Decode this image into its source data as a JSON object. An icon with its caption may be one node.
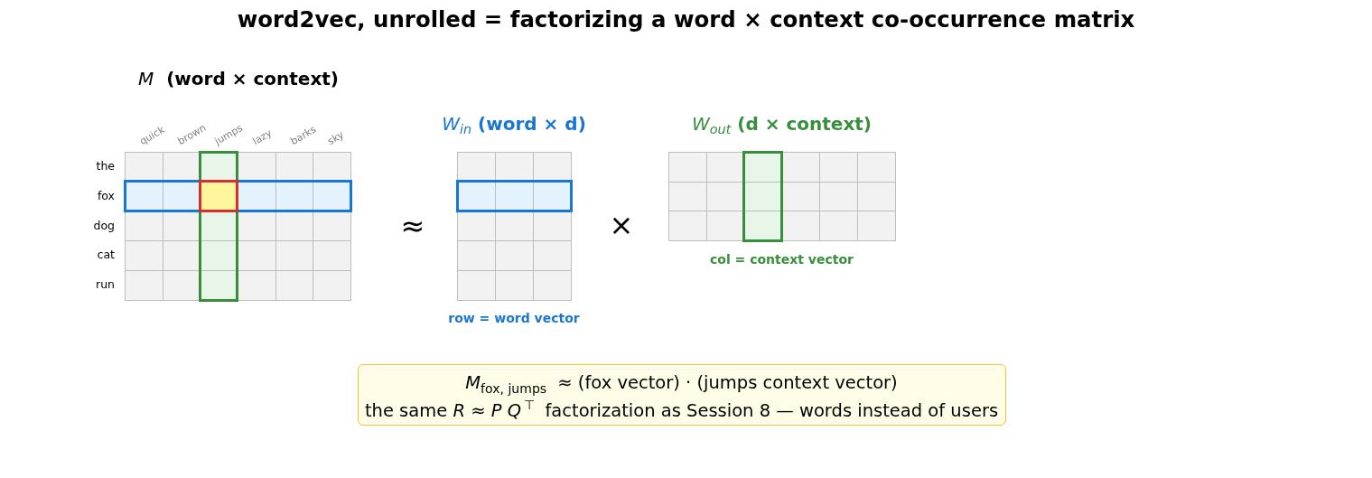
{
  "diagram": {
    "title": "word2vec, unrolled = factorizing a word × context co-occurrence matrix",
    "nodes": [
      {
        "text": [
          "*M* (word × context)"
        ]
      },
      {
        "text": [
          "*W*$_{in}$ (word × d)"
        ],
        "beside": [
          "row = word vector"
        ]
      },
      {
        "text": [
          "*W*$_{out}$ (d × context)"
        ],
        "beside": [
          "col = context vector"
        ]
      },
      {
        "text": [
          "*M*$_{fox, jumps}$ ≈ (fox vector) · (jumps context vector)",
          "the same *R* ≈ *P Q*$^{⊤}$ factorization as Session 8 — words instead of users"
        ]
      }
    ],
    "labels": [
      "quick",
      "brown",
      "jumps",
      "lazy",
      "barks",
      "sky",
      "the",
      "fox",
      "dog",
      "cat",
      "run",
      "≈",
      "×"
    ]
  }
}
